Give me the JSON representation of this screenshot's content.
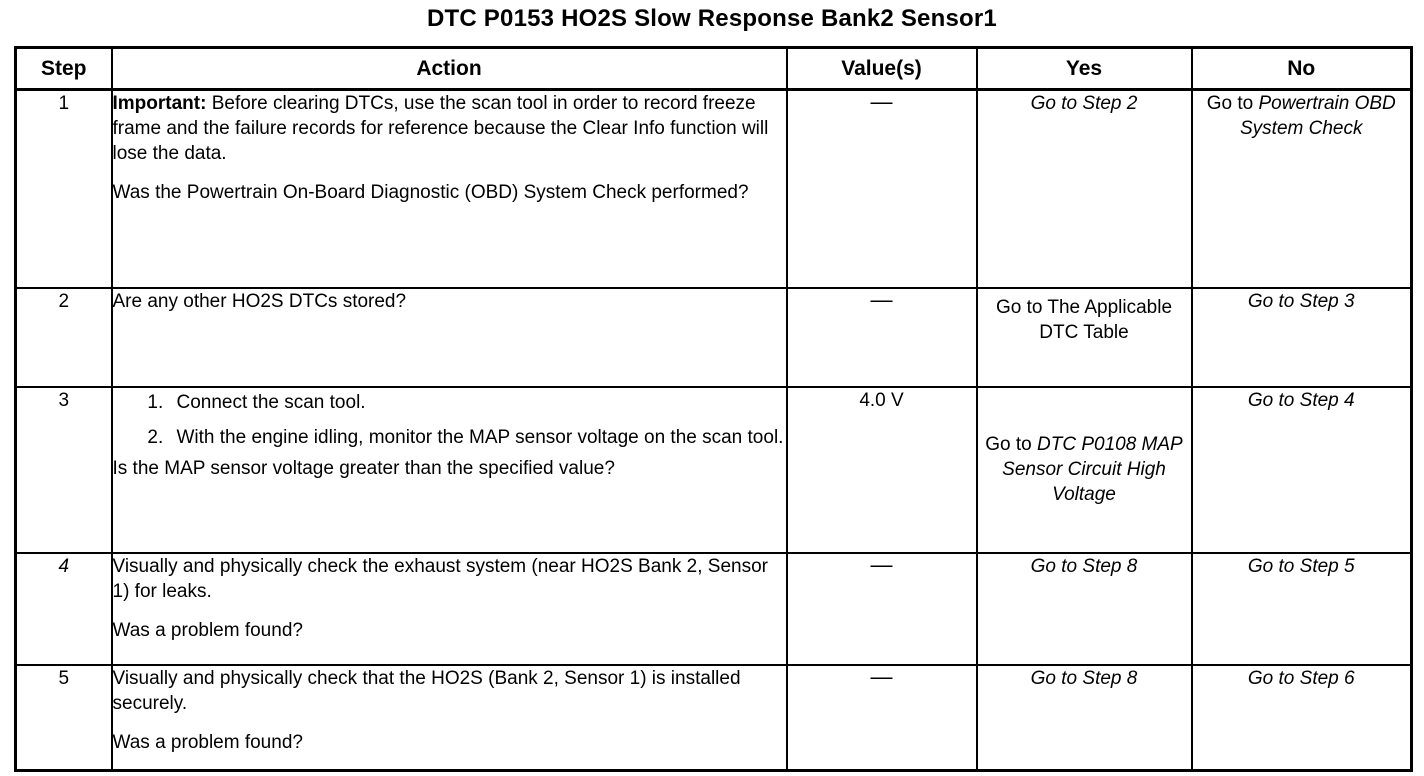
{
  "document": {
    "title": "DTC P0153 HO2S Slow Response Bank2 Sensor1"
  },
  "table": {
    "columns": [
      {
        "key": "step",
        "label": "Step"
      },
      {
        "key": "action",
        "label": "Action"
      },
      {
        "key": "value",
        "label": "Value(s)"
      },
      {
        "key": "yes",
        "label": "Yes"
      },
      {
        "key": "no",
        "label": "No"
      }
    ],
    "rows": [
      {
        "step": "1",
        "action": {
          "important_label": "Important:",
          "important_text": " Before clearing DTCs, use the scan tool in order to record freeze frame and the failure records for reference because the Clear Info function will lose the data.",
          "question": "Was the Powertrain On-Board Diagnostic (OBD) System Check performed?"
        },
        "value": "—",
        "yes": {
          "prefix": "",
          "ref": "Go to Step 2"
        },
        "no": {
          "prefix": "Go to ",
          "ref": "Powertrain OBD System Check"
        }
      },
      {
        "step": "2",
        "action": {
          "question": "Are any other HO2S DTCs stored?"
        },
        "value": "—",
        "yes": {
          "prefix": "",
          "plain": "Go to The Applicable DTC Table"
        },
        "no": {
          "prefix": "",
          "ref": "Go to Step 3"
        }
      },
      {
        "step": "3",
        "action": {
          "list": [
            "Connect the scan tool.",
            "With the engine idling, monitor the MAP sensor voltage on the scan tool."
          ],
          "question": "Is the MAP sensor voltage greater than the specified value?"
        },
        "value": "4.0 V",
        "yes": {
          "prefix": "Go to ",
          "ref": "DTC P0108 MAP Sensor Circuit High Voltage"
        },
        "no": {
          "prefix": "",
          "ref": "Go to Step 4"
        }
      },
      {
        "step": "4",
        "action": {
          "statement": "Visually and physically check the exhaust system (near HO2S Bank 2, Sensor 1) for leaks.",
          "question": "Was a problem found?"
        },
        "value": "—",
        "yes": {
          "prefix": "",
          "ref": "Go to Step 8"
        },
        "no": {
          "prefix": "",
          "ref": "Go to Step 5"
        }
      },
      {
        "step": "5",
        "action": {
          "statement": "Visually and physically check that the HO2S (Bank 2, Sensor 1) is installed securely.",
          "question": "Was a problem found?"
        },
        "value": "—",
        "yes": {
          "prefix": "",
          "ref": "Go to Step 8"
        },
        "no": {
          "prefix": "",
          "ref": "Go to Step 6"
        }
      }
    ]
  }
}
